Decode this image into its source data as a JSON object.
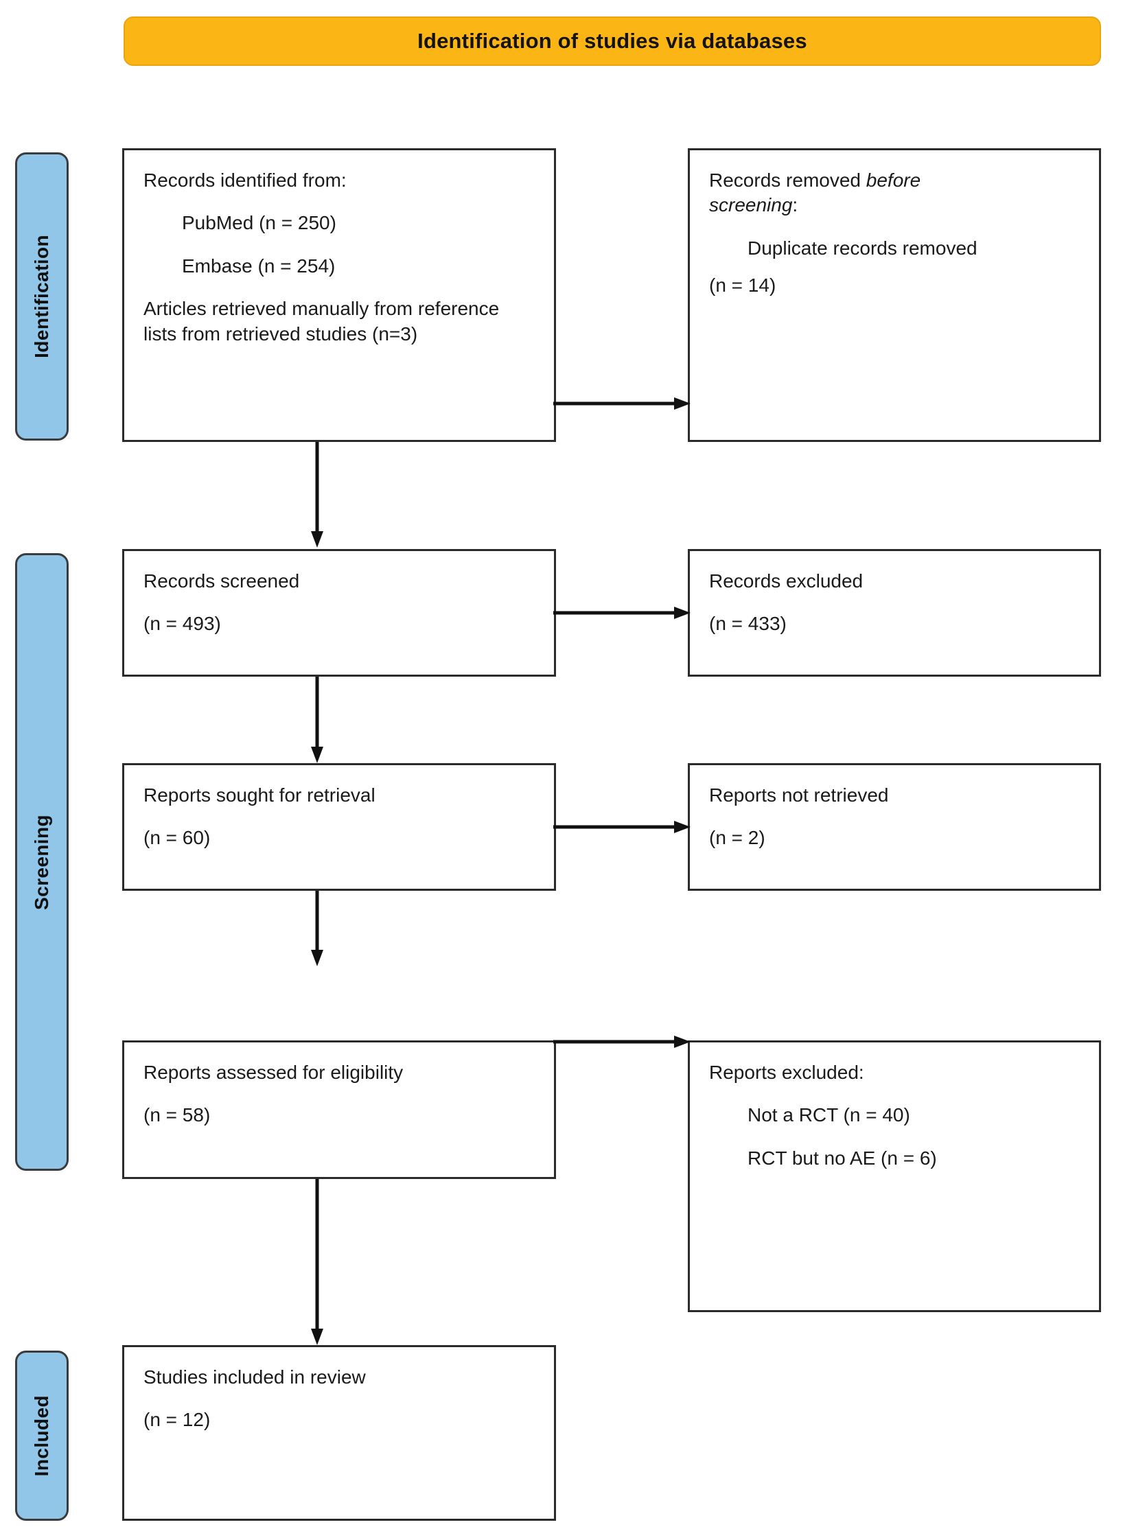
{
  "banner": {
    "title": "Identification of studies via databases"
  },
  "stages": [
    {
      "id": "identification",
      "label": "Identification"
    },
    {
      "id": "screening",
      "label": "Screening"
    },
    {
      "id": "included",
      "label": "Included"
    }
  ],
  "boxes": {
    "identified": {
      "heading": "Records identified from:",
      "line_pubmed": "PubMed (n = 250)",
      "line_embase": "Embase (n = 254)",
      "line_manual": "Articles retrieved manually from reference lists from retrieved studies (n=3)"
    },
    "removed": {
      "heading_plain": "Records removed ",
      "heading_italic_1": "before",
      "heading_italic_2": "screening",
      "heading_colon": ":",
      "detail_label": "Duplicate records removed",
      "detail_count": "(n = 14)"
    },
    "screened": {
      "label": "Records screened",
      "count": "(n = 493)"
    },
    "excluded": {
      "label": "Records excluded",
      "count": "(n = 433)"
    },
    "sought": {
      "label": "Reports sought for retrieval",
      "count": "(n = 60)"
    },
    "not_retrieved": {
      "label": "Reports not retrieved",
      "count": "(n = 2)"
    },
    "assessed": {
      "label": "Reports assessed for eligibility",
      "count": "(n = 58)"
    },
    "reports_excluded": {
      "heading": "Reports excluded:",
      "reason_1": "Not a RCT (n = 40)",
      "reason_2": "RCT but no AE (n = 6)"
    },
    "included": {
      "label": "Studies included in review",
      "count": "(n = 12)"
    }
  },
  "colors": {
    "banner_fill": "#FBB515",
    "stage_fill": "#91C6E8",
    "box_border": "#2b2b2b",
    "arrow": "#111111"
  },
  "chart_data": {
    "type": "diagram",
    "title": "Identification of studies via databases",
    "nodes": [
      {
        "id": "identified",
        "stage": "Identification",
        "label": "Records identified from:",
        "items": [
          {
            "source": "PubMed",
            "n": 250
          },
          {
            "source": "Embase",
            "n": 254
          },
          {
            "source": "Articles retrieved manually from reference lists from retrieved studies",
            "n": 3
          }
        ]
      },
      {
        "id": "removed",
        "stage": "Identification",
        "label": "Records removed before screening:",
        "items": [
          {
            "source": "Duplicate records removed",
            "n": 14
          }
        ]
      },
      {
        "id": "screened",
        "stage": "Screening",
        "label": "Records screened",
        "n": 493
      },
      {
        "id": "excluded",
        "stage": "Screening",
        "label": "Records excluded",
        "n": 433
      },
      {
        "id": "sought",
        "stage": "Screening",
        "label": "Reports sought for retrieval",
        "n": 60
      },
      {
        "id": "not_retrieved",
        "stage": "Screening",
        "label": "Reports not retrieved",
        "n": 2
      },
      {
        "id": "assessed",
        "stage": "Screening",
        "label": "Reports assessed for eligibility",
        "n": 58
      },
      {
        "id": "reports_excluded",
        "stage": "Screening",
        "label": "Reports excluded:",
        "items": [
          {
            "source": "Not a RCT",
            "n": 40
          },
          {
            "source": "RCT but no AE",
            "n": 6
          }
        ]
      },
      {
        "id": "included",
        "stage": "Included",
        "label": "Studies included in review",
        "n": 12
      }
    ],
    "edges": [
      {
        "from": "identified",
        "to": "removed",
        "dir": "right"
      },
      {
        "from": "identified",
        "to": "screened",
        "dir": "down"
      },
      {
        "from": "screened",
        "to": "excluded",
        "dir": "right"
      },
      {
        "from": "screened",
        "to": "sought",
        "dir": "down"
      },
      {
        "from": "sought",
        "to": "not_retrieved",
        "dir": "right"
      },
      {
        "from": "sought",
        "to": "assessed",
        "dir": "down"
      },
      {
        "from": "assessed",
        "to": "reports_excluded",
        "dir": "right"
      },
      {
        "from": "assessed",
        "to": "included",
        "dir": "down"
      }
    ]
  }
}
